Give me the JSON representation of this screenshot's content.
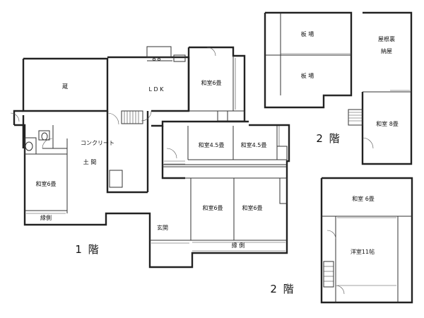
{
  "floor_labels": {
    "first": "1 階",
    "second_a": "2 階",
    "second_b": "2 階"
  },
  "rooms_1f": {
    "kura": "蔵",
    "ldk": "L D K",
    "washitsu_6_north": "和室6畳",
    "concrete": "コンクリート",
    "doma": "土 間",
    "washitsu_4_5_a": "和室4.5畳",
    "washitsu_4_5_b": "和室4.5畳",
    "washitsu_6_west": "和室6畳",
    "engawa_west": "縁側",
    "genkan": "玄関",
    "washitsu_6_mid_a": "和室6畳",
    "washitsu_6_mid_b": "和室6畳",
    "engawa_south": "縁 側"
  },
  "rooms_2f_a": {
    "itaba_1": "板 場",
    "itaba_2": "板 場",
    "yaneura_1": "屋根裏",
    "yaneura_2": "納屋",
    "washitsu_8": "和室 8畳"
  },
  "rooms_2f_b": {
    "washitsu_6": "和室 6畳",
    "yoshitsu_11": "洋室11帖"
  }
}
